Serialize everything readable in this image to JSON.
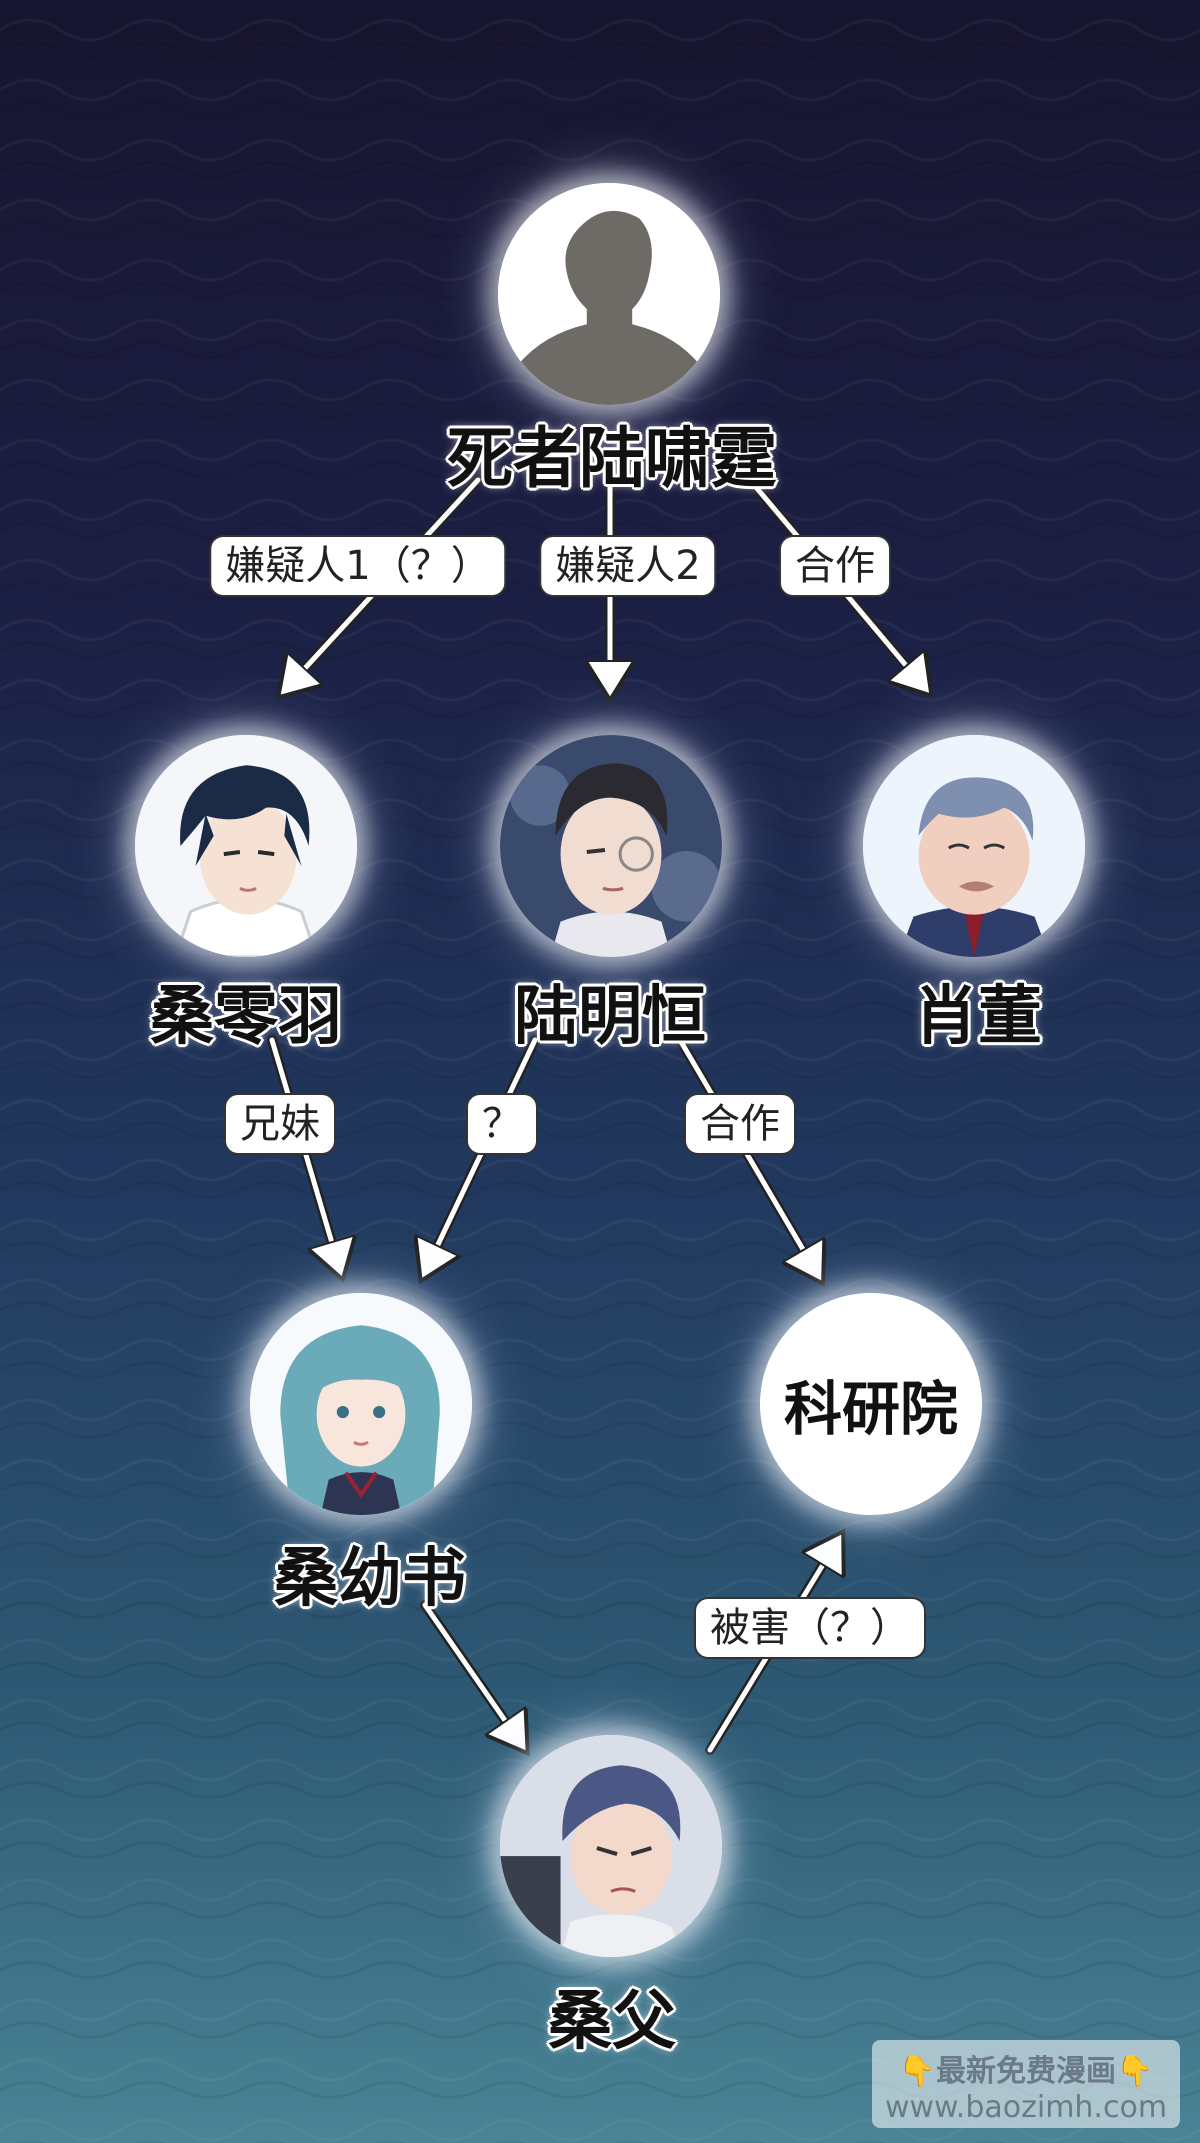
{
  "nodes": {
    "victim": {
      "name": "死者陆啸霆",
      "icon": "silhouette-icon"
    },
    "sang_lingyu": {
      "name": "桑零羽",
      "icon": "portrait-dark-hair-man"
    },
    "lu_mingheng": {
      "name": "陆明恒",
      "icon": "portrait-glasses-man"
    },
    "xiao_dong": {
      "name": "肖董",
      "icon": "portrait-old-man"
    },
    "sang_youshu": {
      "name": "桑幼书",
      "icon": "portrait-teal-hair-girl"
    },
    "institute": {
      "name": "科研院"
    },
    "sang_father": {
      "name": "桑父",
      "icon": "portrait-blue-hair-man"
    }
  },
  "relations": [
    {
      "id": "victim-to-sanglingyu",
      "label": "嫌疑人1（？）"
    },
    {
      "id": "victim-to-lumingheng",
      "label": "嫌疑人2"
    },
    {
      "id": "victim-to-xiaodong",
      "label": "合作"
    },
    {
      "id": "sanglingyu-to-sangyoushu",
      "label": "兄妹"
    },
    {
      "id": "lumingheng-to-sangyoushu",
      "label": "？"
    },
    {
      "id": "lumingheng-to-institute",
      "label": "合作"
    },
    {
      "id": "sangyoushu-to-sangfather",
      "label": ""
    },
    {
      "id": "sangfather-to-institute",
      "label": "被害（？）"
    }
  ],
  "watermark": {
    "line1": "👇最新免费漫画👇",
    "line2": "www.baozimh.com"
  },
  "colors": {
    "bg_top": "#1a1738",
    "bg_mid": "#1f2f55",
    "bg_bottom": "#3f7488",
    "arrow": "#ffffff"
  }
}
